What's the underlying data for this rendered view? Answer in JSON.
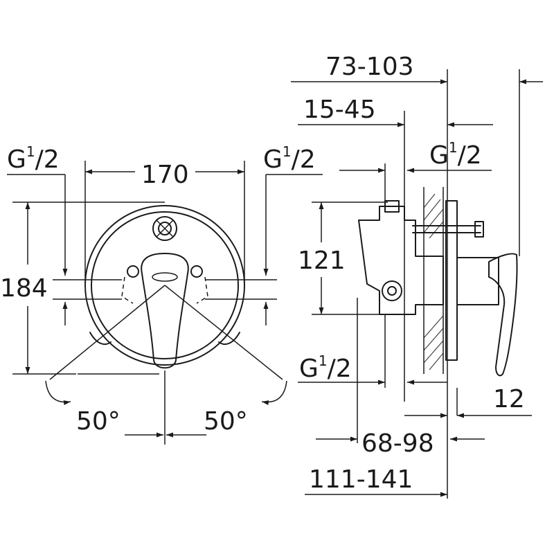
{
  "front_view": {
    "width": "170",
    "height": "184",
    "thread_left": {
      "main": "G",
      "sup": "1",
      "den": "/2"
    },
    "thread_right": {
      "main": "G",
      "sup": "1",
      "den": "/2"
    },
    "angle_left": "50°",
    "angle_right": "50°"
  },
  "side_view": {
    "depth_total": "73-103",
    "depth_body": "15-45",
    "thread_top": {
      "main": "G",
      "sup": "1",
      "den": "/2"
    },
    "height_outlets": "121",
    "thread_bottom": {
      "main": "G",
      "sup": "1",
      "den": "/2"
    },
    "plate": "12",
    "install_depth": "68-98",
    "overall_depth": "111-141"
  }
}
